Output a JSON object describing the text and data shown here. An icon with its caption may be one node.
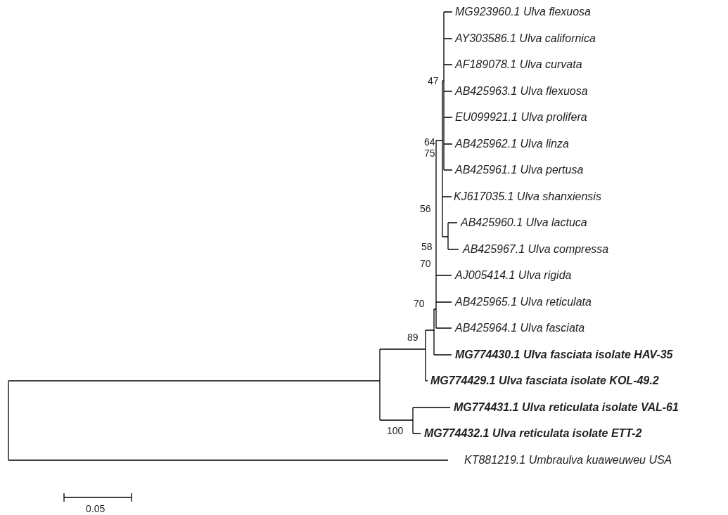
{
  "diagram": {
    "labels": [
      "MG923960.1 Ulva flexuosa",
      "AY303586.1 Ulva californica",
      "AF189078.1 Ulva curvata",
      "47",
      "AB425963.1 Ulva flexuosa",
      "EU099921.1 Ulva prolifera",
      "64",
      "AB425962.1 Ulva linza",
      "75",
      "AB425961.1 Ulva pertusa",
      "KJ617035.1 Ulva shanxiensis",
      "56",
      "AB425960.1 Ulva lactuca",
      "58",
      "AB425967.1 Ulva compressa",
      "70",
      "AJ005414.1 Ulva rigida",
      "AB425965.1 Ulva reticulata",
      "70",
      "AB425964.1 Ulva fasciata",
      "89",
      "MG774430.1 Ulva fasciata isolate HAV-35",
      "MG774429.1 Ulva fasciata isolate KOL-49.2",
      "MG774431.1 Ulva reticulata isolate VAL-61",
      "100",
      "MG774432.1 Ulva reticulata isolate ETT-2",
      "KT881219.1 Umbraulva kuaweuweu USA",
      "0.05"
    ]
  }
}
